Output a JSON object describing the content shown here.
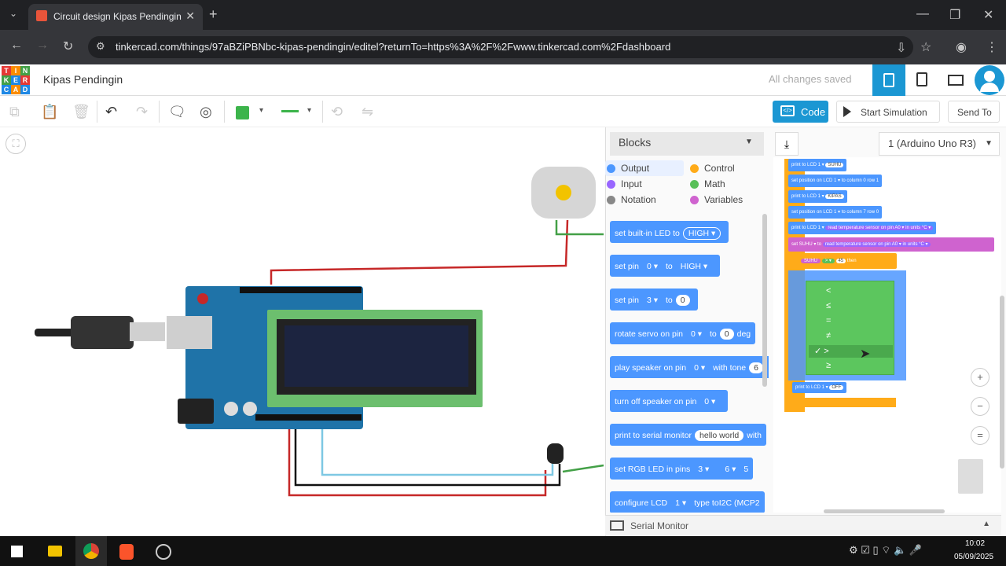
{
  "browser": {
    "tab_title": "Circuit design Kipas Pendingin",
    "url": "tinkercad.com/things/97aBZiPBNbc-kipas-pendingin/editel?returnTo=https%3A%2F%2Fwww.tinkercad.com%2Fdashboard"
  },
  "header": {
    "logo_letters": [
      "T",
      "I",
      "N",
      "K",
      "E",
      "R",
      "C",
      "A",
      "D"
    ],
    "project_title": "Kipas Pendingin",
    "save_status": "All changes saved"
  },
  "toolbar": {
    "code_label": "Code",
    "sim_label": "Start Simulation",
    "send_label": "Send To",
    "color_swatch": "#3cb44b"
  },
  "code_panel": {
    "blocks_dropdown": "Blocks",
    "board_select": "1 (Arduino Uno R3)",
    "categories": [
      {
        "label": "Output",
        "color": "#4c97ff"
      },
      {
        "label": "Control",
        "color": "#ffab19"
      },
      {
        "label": "Input",
        "color": "#9966ff"
      },
      {
        "label": "Math",
        "color": "#59c059"
      },
      {
        "label": "Notation",
        "color": "#888888"
      },
      {
        "label": "Variables",
        "color": "#cf63cf"
      }
    ],
    "palette": [
      {
        "text": "set built-in LED to",
        "v1": "HIGH ▾"
      },
      {
        "text": "set pin",
        "v1": "0 ▾",
        "mid": "to",
        "v2": "HIGH ▾"
      },
      {
        "text": "set pin",
        "v1": "3 ▾",
        "mid": "to",
        "v2": "0"
      },
      {
        "text": "rotate servo on pin",
        "v1": "0 ▾",
        "mid": "to",
        "v2": "0",
        "tail": "deg"
      },
      {
        "text": "play speaker on pin",
        "v1": "0 ▾",
        "mid": "with tone",
        "v2": "6"
      },
      {
        "text": "turn off speaker on pin",
        "v1": "0 ▾"
      },
      {
        "text": "print to serial monitor",
        "v1": "hello world",
        "mid": "with"
      },
      {
        "text": "set RGB LED in pins",
        "v1": "3 ▾",
        "v2": "6 ▾",
        "tail": "5"
      },
      {
        "text": "configure LCD",
        "v1": "1 ▾",
        "mid": "type to",
        "v2": "I2C (MCP2"
      }
    ],
    "workspace_blocks": [
      {
        "text": "print to LCD  1 ▾",
        "v": "SUHU"
      },
      {
        "text": "set position on LCD  1 ▾  to column",
        "v": "0  row  1"
      },
      {
        "text": "print to LCD  1 ▾",
        "v": "KIPAS"
      },
      {
        "text": "set position on LCD  1 ▾  to column",
        "v": "7  row  0"
      },
      {
        "text": "print to LCD  1 ▾",
        "v": "read temperature sensor on pin  A0 ▾  in units  °C ▾"
      },
      {
        "text": "set  SUHU ▾  to",
        "v": "read temperature sensor on pin  A0 ▾  in units  °C ▾"
      }
    ],
    "if_block": {
      "var": "SUHU",
      "op": "> ▾",
      "num": "45",
      "then": "then"
    },
    "last_block": {
      "text": "print to LCD  1 ▾",
      "v": "OFF"
    },
    "operator_options": [
      "<",
      "≤",
      "=",
      "≠",
      "✓  >",
      "≥"
    ],
    "serial_monitor": "Serial Monitor"
  },
  "taskbar": {
    "time": "10:02",
    "date": "05/09/2025"
  }
}
